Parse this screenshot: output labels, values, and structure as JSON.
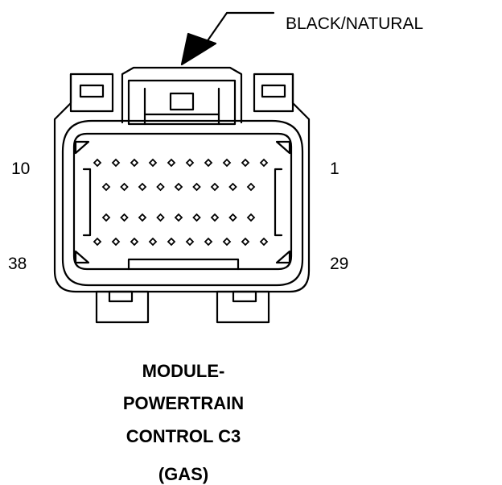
{
  "callout": {
    "label": "BLACK/NATURAL"
  },
  "pin_labels": {
    "top_left": "10",
    "top_right": "1",
    "bottom_left": "38",
    "bottom_right": "29"
  },
  "title": {
    "line1": "MODULE-",
    "line2": "POWERTRAIN",
    "line3": "CONTROL C3",
    "line4": "(GAS)"
  },
  "connector": {
    "pin_rows": [
      10,
      9,
      9,
      10
    ]
  }
}
